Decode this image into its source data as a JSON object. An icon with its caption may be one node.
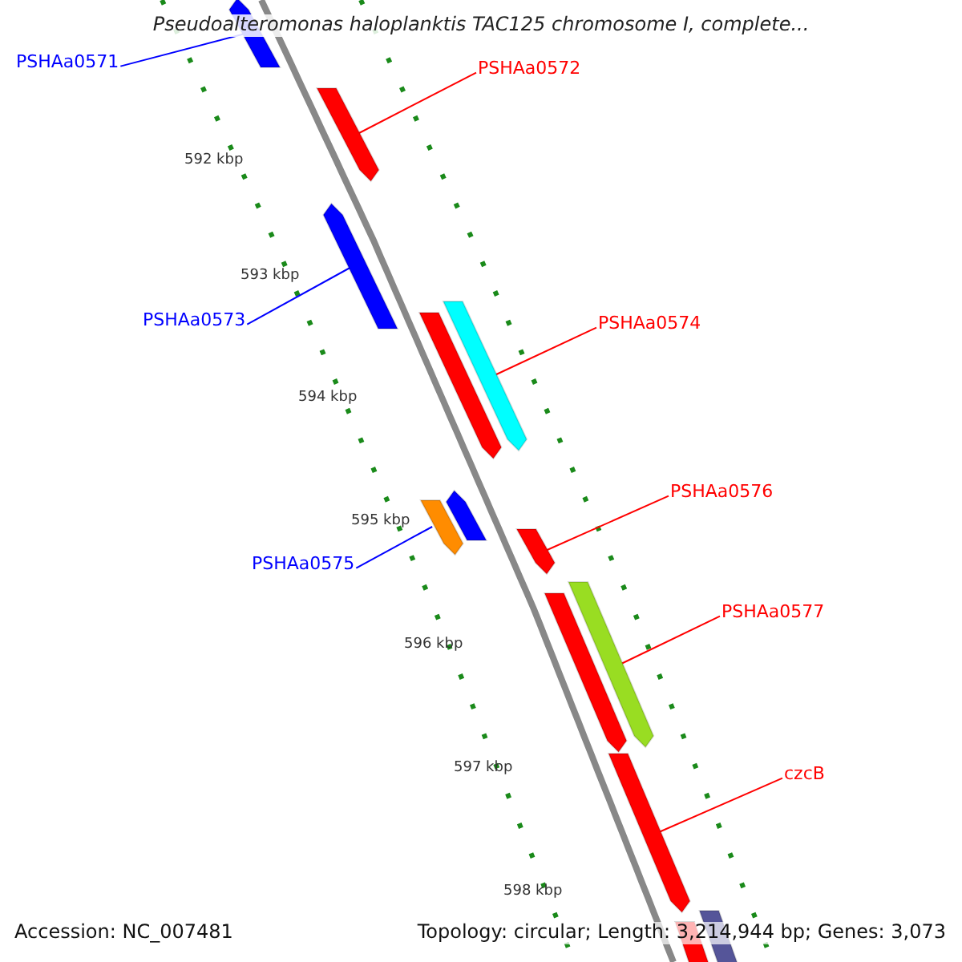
{
  "diagram": {
    "title": "Pseudoalteromonas haloplanktis TAC125 chromosome I, complete...",
    "nodes": [
      {
        "text": [
          "PSHAa0571"
        ]
      },
      {
        "text": [
          "PSHAa0572"
        ]
      },
      {
        "text": [
          "PSHAa0573"
        ]
      },
      {
        "text": [
          "PSHAa0574"
        ]
      },
      {
        "text": [
          "PSHAa0576"
        ]
      },
      {
        "text": [
          "PSHAa0575"
        ]
      },
      {
        "text": [
          "PSHAa0577"
        ]
      },
      {
        "text": [
          "czcB"
        ]
      },
      {
        "text": [],
        "shape": "bar"
      },
      {
        "text": [],
        "shape": "bar"
      },
      {
        "text": [],
        "shape": "bar"
      },
      {
        "text": [],
        "shape": "bar"
      },
      {
        "text": [],
        "shape": "bar"
      },
      {
        "text": [],
        "shape": "bar"
      },
      {
        "text": [],
        "shape": "bar"
      },
      {
        "text": [],
        "shape": "bar"
      },
      {
        "text": [],
        "shape": "bar"
      },
      {
        "text": [],
        "shape": "bar"
      },
      {
        "text": [],
        "shape": "bar"
      },
      {
        "text": [],
        "shape": "bar"
      },
      {
        "text": [],
        "shape": "bar"
      }
    ],
    "edges": [
      {
        "from": 0,
        "to": 8,
        "arrow": "none",
        "color": "#0000ff"
      },
      {
        "from": 1,
        "to": 9,
        "arrow": "none"
      },
      {
        "from": 2,
        "to": 10,
        "arrow": "none",
        "color": "#0000ff"
      },
      {
        "from": 3,
        "to": 11,
        "arrow": "none"
      },
      {
        "from": 4,
        "to": 13,
        "arrow": "none"
      },
      {
        "from": 5,
        "to": 12,
        "arrow": "none",
        "color": "#0000ff"
      },
      {
        "from": 6,
        "to": 14,
        "arrow": "none"
      },
      {
        "from": 7,
        "to": 15,
        "arrow": "none"
      }
    ],
    "labels": [
      "592 kbp",
      "593 kbp",
      "594 kbp",
      "595 kbp",
      "596 kbp",
      "597 kbp",
      "598 kbp",
      "Accession: NC_007481",
      "Topology: circular; Length: 3,214,944 bp; Genes: 3,073"
    ]
  }
}
